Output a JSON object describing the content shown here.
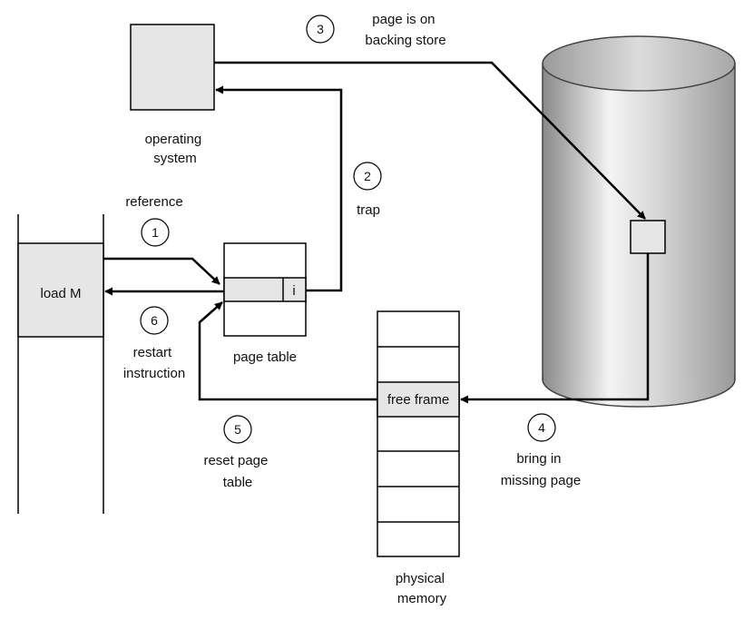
{
  "labels": {
    "operating_system": [
      "operating",
      "system"
    ],
    "reference": "reference",
    "trap": "trap",
    "backing_store": [
      "page is on",
      "backing store"
    ],
    "load_m": "load M",
    "page_table": "page table",
    "invalid_bit": "i",
    "restart_instruction": [
      "restart",
      "instruction"
    ],
    "reset_page_table": [
      "reset page",
      "table"
    ],
    "free_frame": "free frame",
    "bring_in_missing_page": [
      "bring in",
      "missing page"
    ],
    "physical_memory": [
      "physical",
      "memory"
    ]
  },
  "steps": {
    "s1": "1",
    "s2": "2",
    "s3": "3",
    "s4": "4",
    "s5": "5",
    "s6": "6"
  },
  "colors": {
    "box_fill": "#e6e6e6",
    "line": "#000000",
    "cylinder_dark": "#8a8a8a",
    "cylinder_light": "#f4f4f4",
    "background": "#ffffff"
  }
}
